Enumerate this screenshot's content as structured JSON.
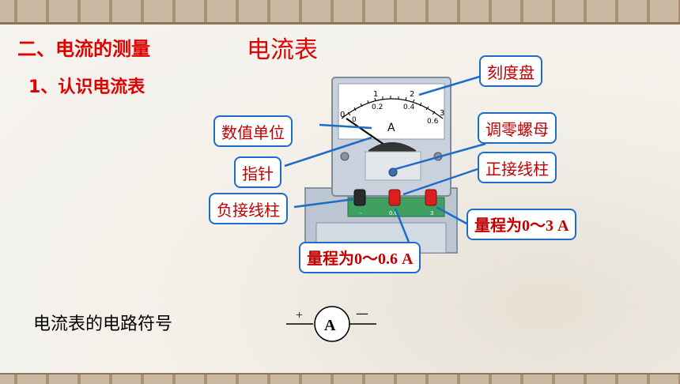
{
  "slide": {
    "section_heading": "二、电流的测量",
    "topic_heading": "电流表",
    "subheading": "1、认识电流表"
  },
  "labels": {
    "dial": "刻度盘",
    "unit": "数值单位",
    "zero_screw": "调零螺母",
    "pointer": "指针",
    "positive_terminal": "正接线柱",
    "negative_terminal": "负接线柱",
    "range_3a": "量程为0～3 A",
    "range_06a": "量程为0～0.6 A"
  },
  "meter": {
    "unit_letter": "A",
    "upper_scale": [
      "0",
      "1",
      "2",
      "3"
    ],
    "lower_scale": [
      "0",
      "0.2",
      "0.4",
      "0.6"
    ],
    "terminal_marks": [
      "-",
      "0.6",
      "3"
    ]
  },
  "symbol": {
    "caption": "电流表的电路符号",
    "letter": "A",
    "plus": "+",
    "minus": "—"
  },
  "colors": {
    "heading": "#e00000",
    "label_text": "#c00000",
    "callout_border": "#1f6cc7",
    "meter_body": "#c9d2dc"
  }
}
